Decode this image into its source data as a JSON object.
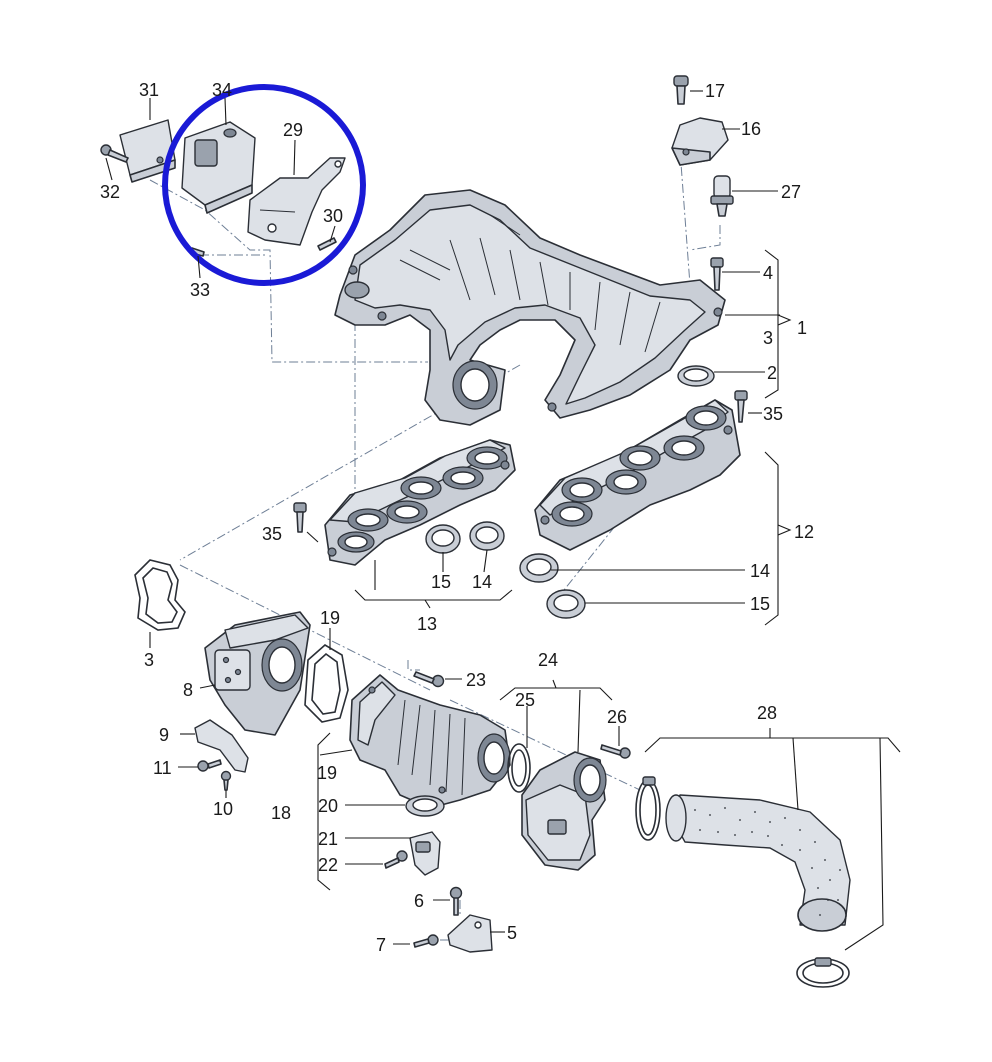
{
  "diagram": {
    "labels": {
      "l31": "31",
      "l34": "34",
      "l29": "29",
      "l32": "32",
      "l30": "30",
      "l33": "33",
      "l17": "17",
      "l16": "16",
      "l27": "27",
      "l4": "4",
      "l3a": "3",
      "l1": "1",
      "l2": "2",
      "l35a": "35",
      "l12": "12",
      "l35b": "35",
      "l15a": "15",
      "l14a": "14",
      "l14b": "14",
      "l15b": "15",
      "l13": "13",
      "l3b": "3",
      "l8": "8",
      "l19a": "19",
      "l23": "23",
      "l24": "24",
      "l25": "25",
      "l26": "26",
      "l28": "28",
      "l9": "9",
      "l11": "11",
      "l10": "10",
      "l19b": "19",
      "l18": "18",
      "l20": "20",
      "l21": "21",
      "l22": "22",
      "l6": "6",
      "l7": "7",
      "l5": "5"
    },
    "highlight_color": "#1a1ad6"
  }
}
